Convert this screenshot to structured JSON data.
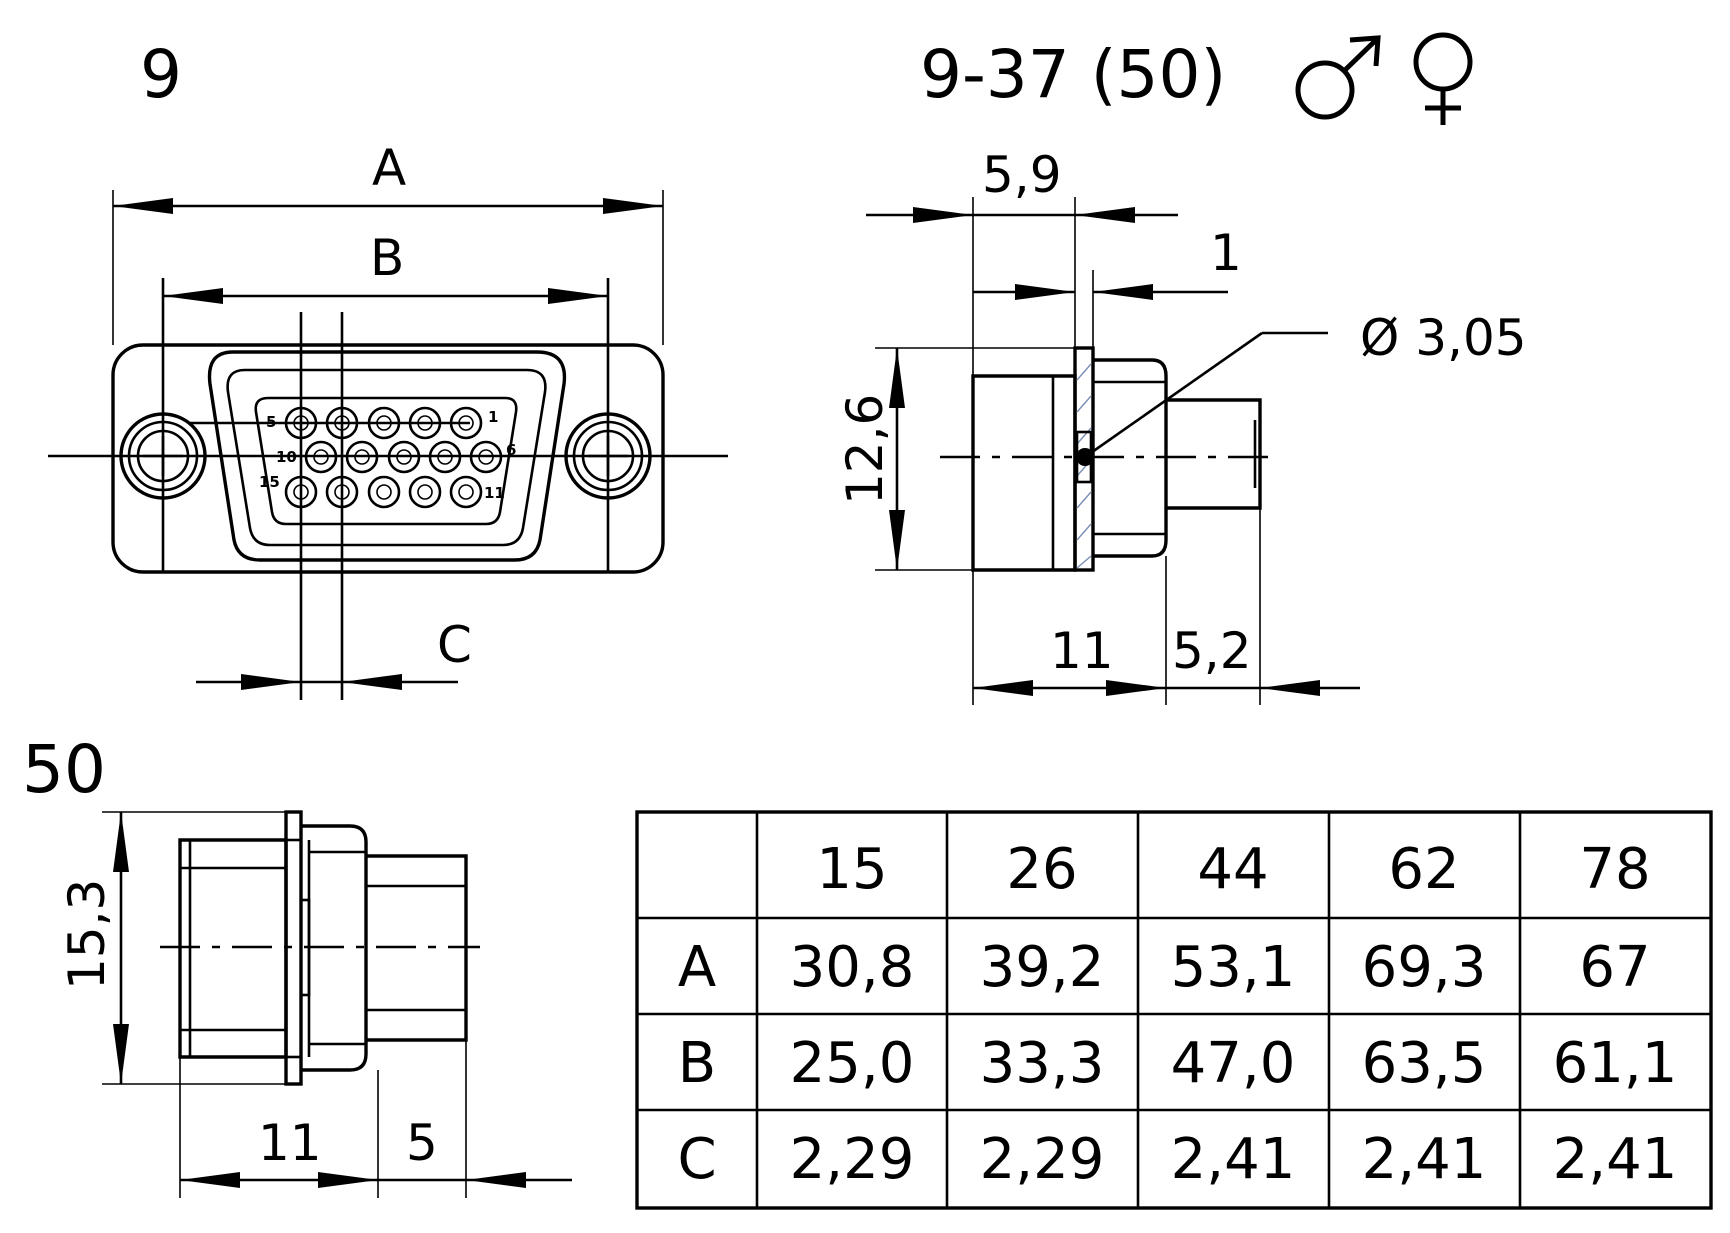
{
  "headings": {
    "front_view": "9",
    "side_view": "9-37 (50)",
    "large_view": "50"
  },
  "gender_icons": [
    "male-symbol",
    "female-symbol"
  ],
  "front_view": {
    "dim_a": "A",
    "dim_b": "B",
    "dim_c": "C",
    "pin_labels": [
      "5",
      "1",
      "10",
      "6",
      "15",
      "11"
    ]
  },
  "side_view": {
    "dim_flange": "5,9",
    "dim_step": "1",
    "dim_hole": "Ø 3,05",
    "dim_height": "12,6",
    "dim_body": "11",
    "dim_pin": "5,2"
  },
  "large_view": {
    "dim_height": "15,3",
    "dim_body": "11",
    "dim_pin": "5"
  },
  "table": {
    "header": [
      "",
      "15",
      "26",
      "44",
      "62",
      "78"
    ],
    "rows": [
      [
        "A",
        "30,8",
        "39,2",
        "53,1",
        "69,3",
        "67"
      ],
      [
        "B",
        "25,0",
        "33,3",
        "47,0",
        "63,5",
        "61,1"
      ],
      [
        "C",
        "2,29",
        "2,29",
        "2,41",
        "2,41",
        "2,41"
      ]
    ]
  }
}
